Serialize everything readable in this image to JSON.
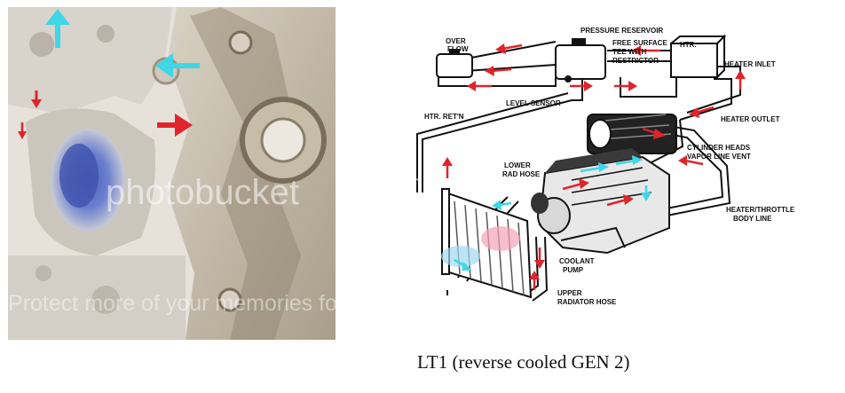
{
  "watermark": {
    "line1": "photobucket",
    "line2": "Protect more of your memories for less!"
  },
  "diagram": {
    "labels": {
      "overflow_1": "OVER",
      "overflow_2": "FLOW",
      "pressure_reservoir": "PRESSURE RESERVOIR",
      "free_surface_1": "FREE SURFACE",
      "free_surface_2": "TEE WITH",
      "free_surface_3": "RESTRICTOR",
      "htr": "HTR.",
      "heater_inlet": "HEATER INLET",
      "level_sensor": "LEVEL SENSOR",
      "htr_retn": "HTR. RET'N",
      "heater_outlet": "HEATER OUTLET",
      "cyl_heads_1": "CYLINDER HEADS",
      "cyl_heads_2": "VAPOR LINE VENT",
      "lower_rad_1": "LOWER",
      "lower_rad_2": "RAD HOSE",
      "heater_throttle_1": "HEATER/THROTTLE",
      "heater_throttle_2": "BODY LINE",
      "coolant_pump_1": "COOLANT",
      "coolant_pump_2": "PUMP",
      "upper_rad_1": "UPPER",
      "upper_rad_2": "RADIATOR HOSE"
    }
  },
  "caption": "LT1 (reverse cooled GEN 2)",
  "colors": {
    "hot_arrow": "#e0242b",
    "cold_arrow": "#3fd6e6",
    "line": "#111111"
  }
}
